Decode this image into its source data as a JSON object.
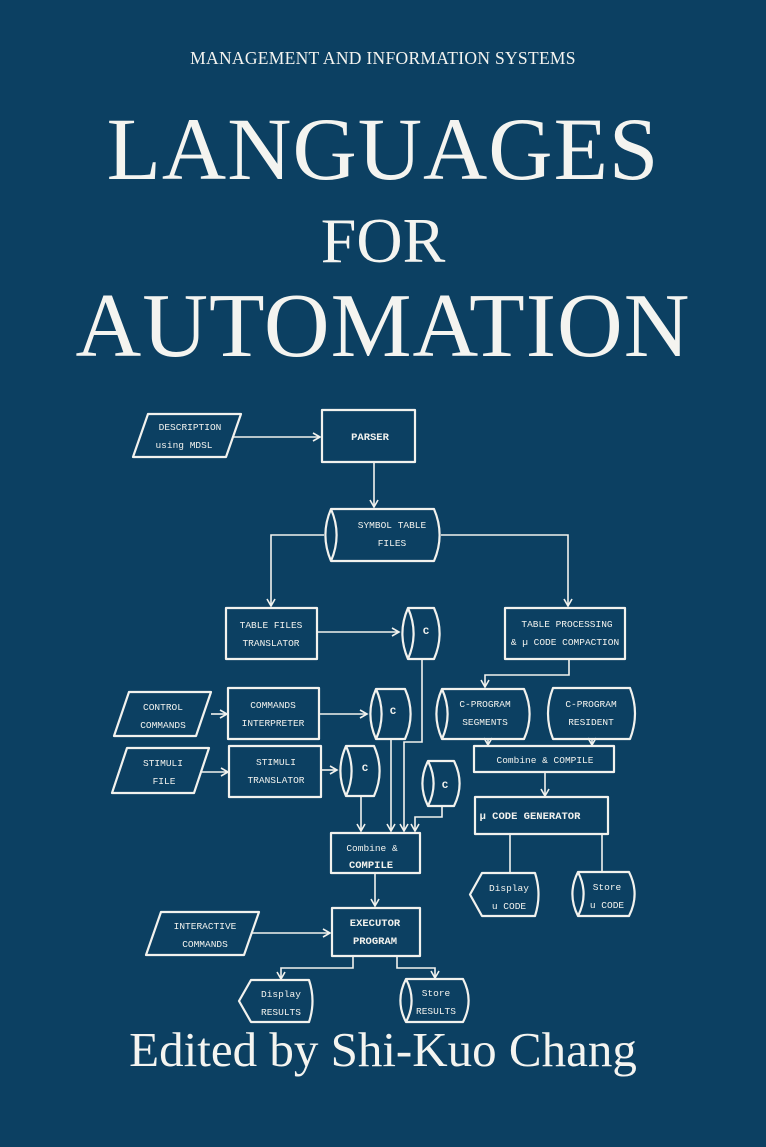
{
  "series": "MANAGEMENT AND INFORMATION SYSTEMS",
  "title": {
    "line1": "LANGUAGES",
    "line2": "FOR",
    "line3": "AUTOMATION"
  },
  "editor": "Edited by Shi-Kuo Chang",
  "diagram": {
    "description": [
      "DESCRIPTION",
      "using   MDSL"
    ],
    "parser": "PARSER",
    "symbol_table": [
      "SYMBOL  TABLE",
      "FILES"
    ],
    "table_files_translator": [
      "TABLE FILES",
      "TRANSLATOR"
    ],
    "c_label": "C",
    "table_processing": [
      "TABLE PROCESSING",
      "& µ CODE COMPACTION"
    ],
    "control_commands": [
      "CONTROL",
      "COMMANDS"
    ],
    "commands_interpreter": [
      "COMMANDS",
      "INTERPRETER"
    ],
    "c_program_segments": [
      "C-PROGRAM",
      "SEGMENTS"
    ],
    "c_program_resident": [
      "C-PROGRAM",
      "RESIDENT"
    ],
    "stimuli_file": [
      "STIMULI",
      "FILE"
    ],
    "stimuli_translator": [
      "STIMULI",
      "TRANSLATOR"
    ],
    "combine_compile_right": "Combine  &  COMPILE",
    "ucode_generator": "µ CODE  GENERATOR",
    "combine_compile_left": [
      "Combine  &",
      "COMPILE"
    ],
    "display_ucode": [
      "Display",
      "u CODE"
    ],
    "store_ucode": [
      "Store",
      "u CODE"
    ],
    "interactive_commands": [
      "INTERACTIVE",
      "COMMANDS"
    ],
    "executor_program": [
      "EXECUTOR",
      "PROGRAM"
    ],
    "display_results": [
      "Display",
      "RESULTS"
    ],
    "store_results": [
      "Store",
      "RESULTS"
    ]
  }
}
